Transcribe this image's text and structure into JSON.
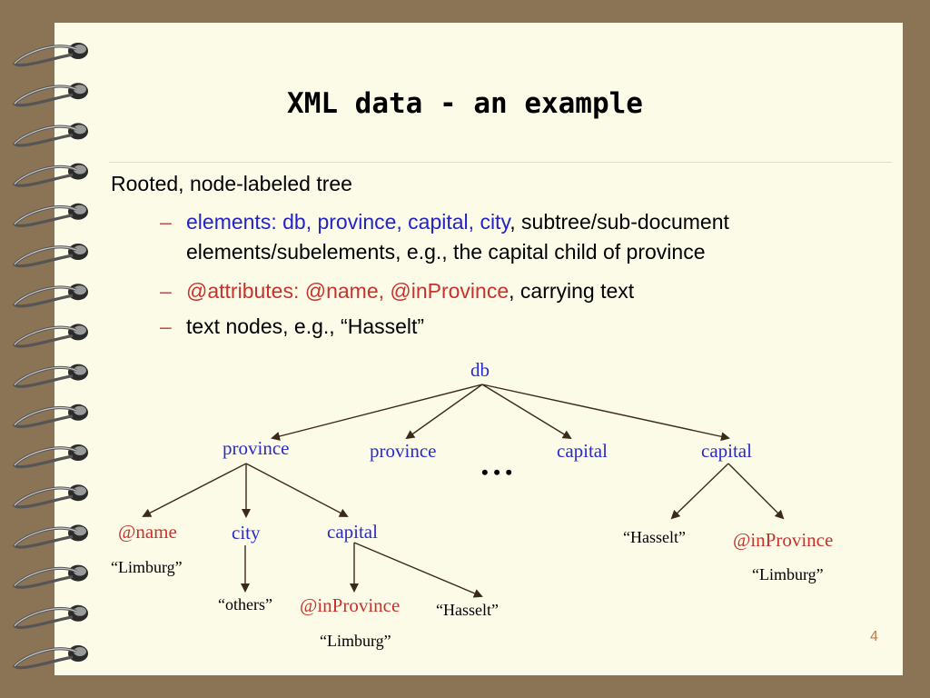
{
  "slide": {
    "title": "XML data - an example",
    "page_number": "4"
  },
  "bullets": {
    "main": "Rooted, node-labeled tree",
    "dash": "–",
    "b1_colored": "elements: db, province, capital, city",
    "b1_rest": ", subtree/sub-document",
    "b1_line2": "elements/subelements, e.g., the capital child of province",
    "b2_colored": "@attributes: @name, @inProvince",
    "b2_rest": ", carrying text",
    "b3": "text nodes, e.g., “Hasselt”"
  },
  "tree": {
    "db": "db",
    "province1": "province",
    "province2": "province",
    "ellipsis": "• • •",
    "capital_top1": "capital",
    "capital_top2": "capital",
    "name_attr": "@name",
    "city": "city",
    "capital_child": "capital",
    "limburg1": "“Limburg”",
    "others": "“others”",
    "inprovince1": "@inProvince",
    "hasselt1": "“Hasselt”",
    "limburg2": "“Limburg”",
    "hasselt2": "“Hasselt”",
    "inprovince2": "@inProvince",
    "limburg3": "“Limburg”"
  },
  "colors": {
    "element_node": "#2a2acc",
    "attribute_node": "#c8322d",
    "edge": "#3a2a1a",
    "page_background": "#fcfbe7",
    "border": "#8b7355"
  }
}
